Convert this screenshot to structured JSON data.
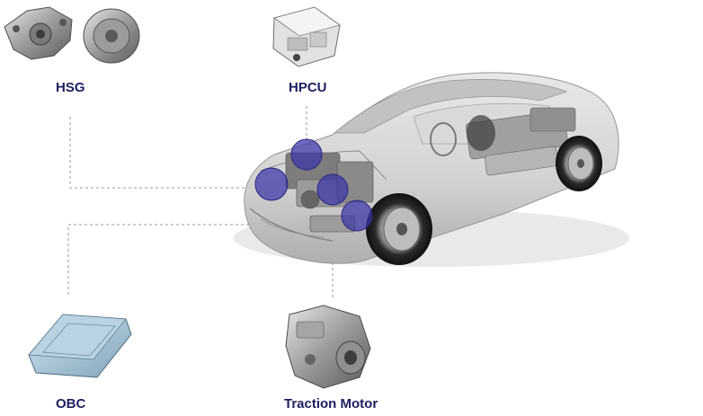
{
  "labels": {
    "hsg": "HSG",
    "hpcu": "HPCU",
    "obc": "OBC",
    "traction_motor": "Traction Motor"
  },
  "colors": {
    "label_text": "#1c1f5e",
    "highlight_circle": "#3a35a8",
    "leader_line": "#9a9a9a",
    "car_body": "#d4d4d4"
  },
  "icons": {
    "hsg": [
      "hsg-housing-icon",
      "hsg-pulley-icon"
    ],
    "hpcu": "hpcu-inverter-icon",
    "obc": "obc-charger-icon",
    "traction_motor": "traction-motor-housing-icon",
    "car": "car-cutaway-icon"
  }
}
